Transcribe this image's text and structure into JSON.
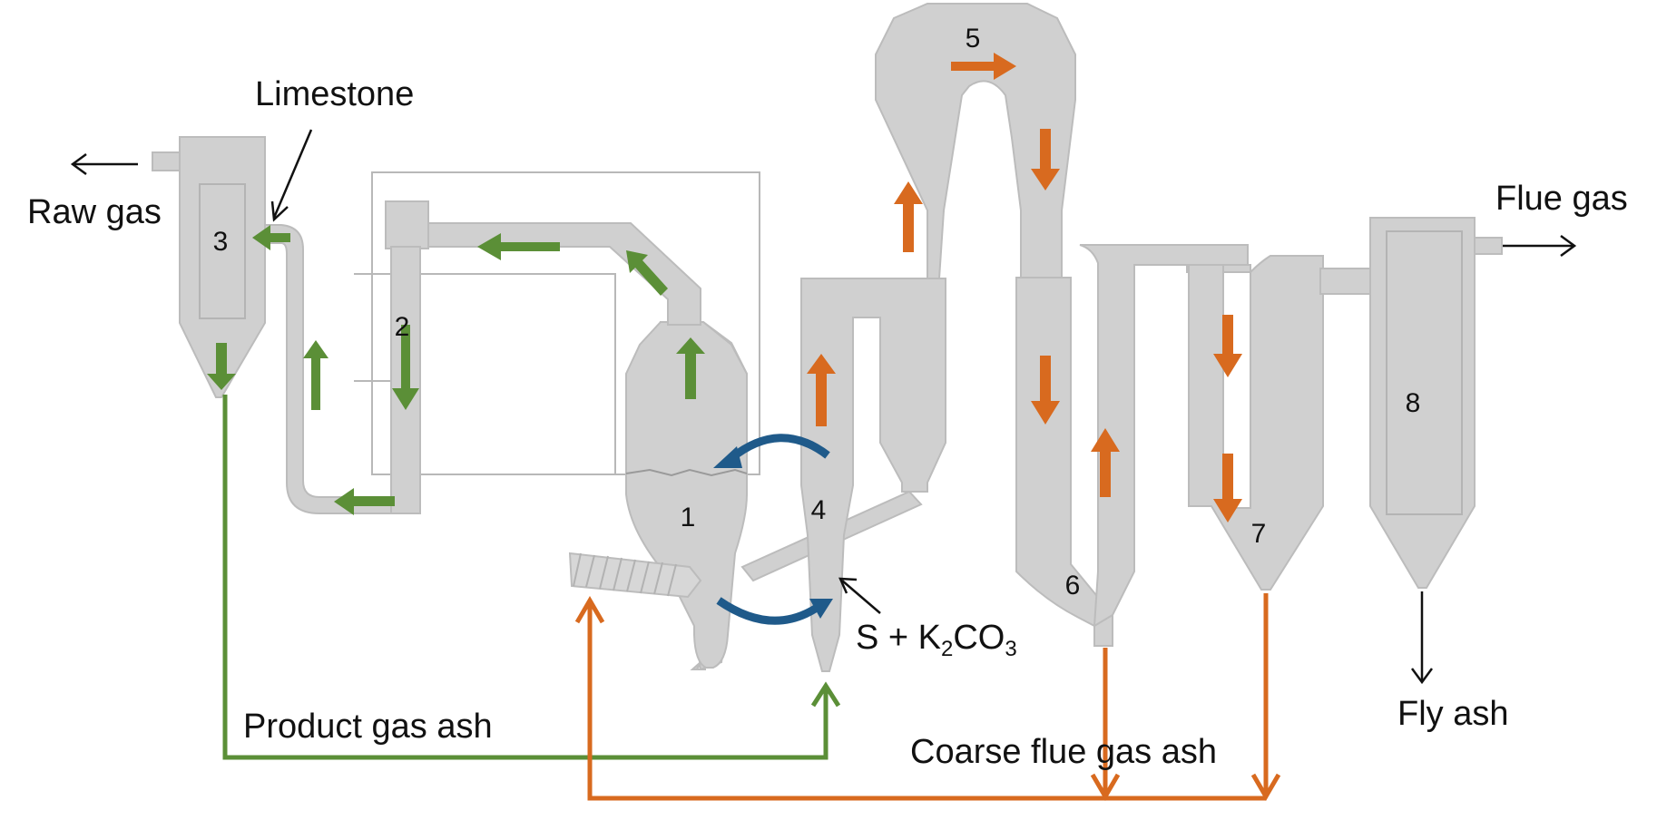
{
  "labels": {
    "limestone": "Limestone",
    "raw_gas": "Raw gas",
    "flue_gas": "Flue gas",
    "fly_ash": "Fly ash",
    "product_gas_ash": "Product gas ash",
    "coarse_flue_gas_ash": "Coarse flue gas ash",
    "additive_prefix": "S + K",
    "additive_sub1": "2",
    "additive_mid": "CO",
    "additive_sub2": "3"
  },
  "units": [
    "1",
    "2",
    "3",
    "4",
    "5",
    "6",
    "7",
    "8"
  ],
  "colors": {
    "product_gas": "#5b8f37",
    "flue_gas": "#d86a1f",
    "circulation": "#1f5a8a",
    "equipment": "#d0d0d0",
    "annotation": "#111111"
  }
}
